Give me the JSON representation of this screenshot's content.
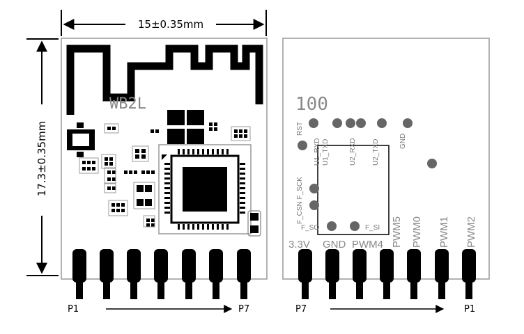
{
  "dimensions": {
    "width_label": "15±0.35mm",
    "height_label": "17.3±0.35mm"
  },
  "front": {
    "module_name": "WB2L",
    "pin_first": "P1",
    "pin_last": "P7"
  },
  "back": {
    "marking": "100",
    "pad_labels": {
      "rst": "RST",
      "u1_rxd": "U1_RXD",
      "u1_txd": "U1_TXD",
      "u2_rxd": "U2_RXD",
      "u2_txd": "U2_TXD",
      "gnd_top": "GND",
      "f_csn_f_sck": "F_CSN F_SCK",
      "f_so": "F_SO",
      "f_si": "F_SI"
    },
    "pin_labels": [
      "3.3V",
      "GND",
      "PWM4",
      "PWM5",
      "PWM0",
      "PWM1",
      "PWM2"
    ],
    "pin_first": "P7",
    "pin_last": "P1"
  },
  "colors": {
    "ink": "#000000",
    "silkscreen": "#888888",
    "pcb_outline": "#999999"
  }
}
